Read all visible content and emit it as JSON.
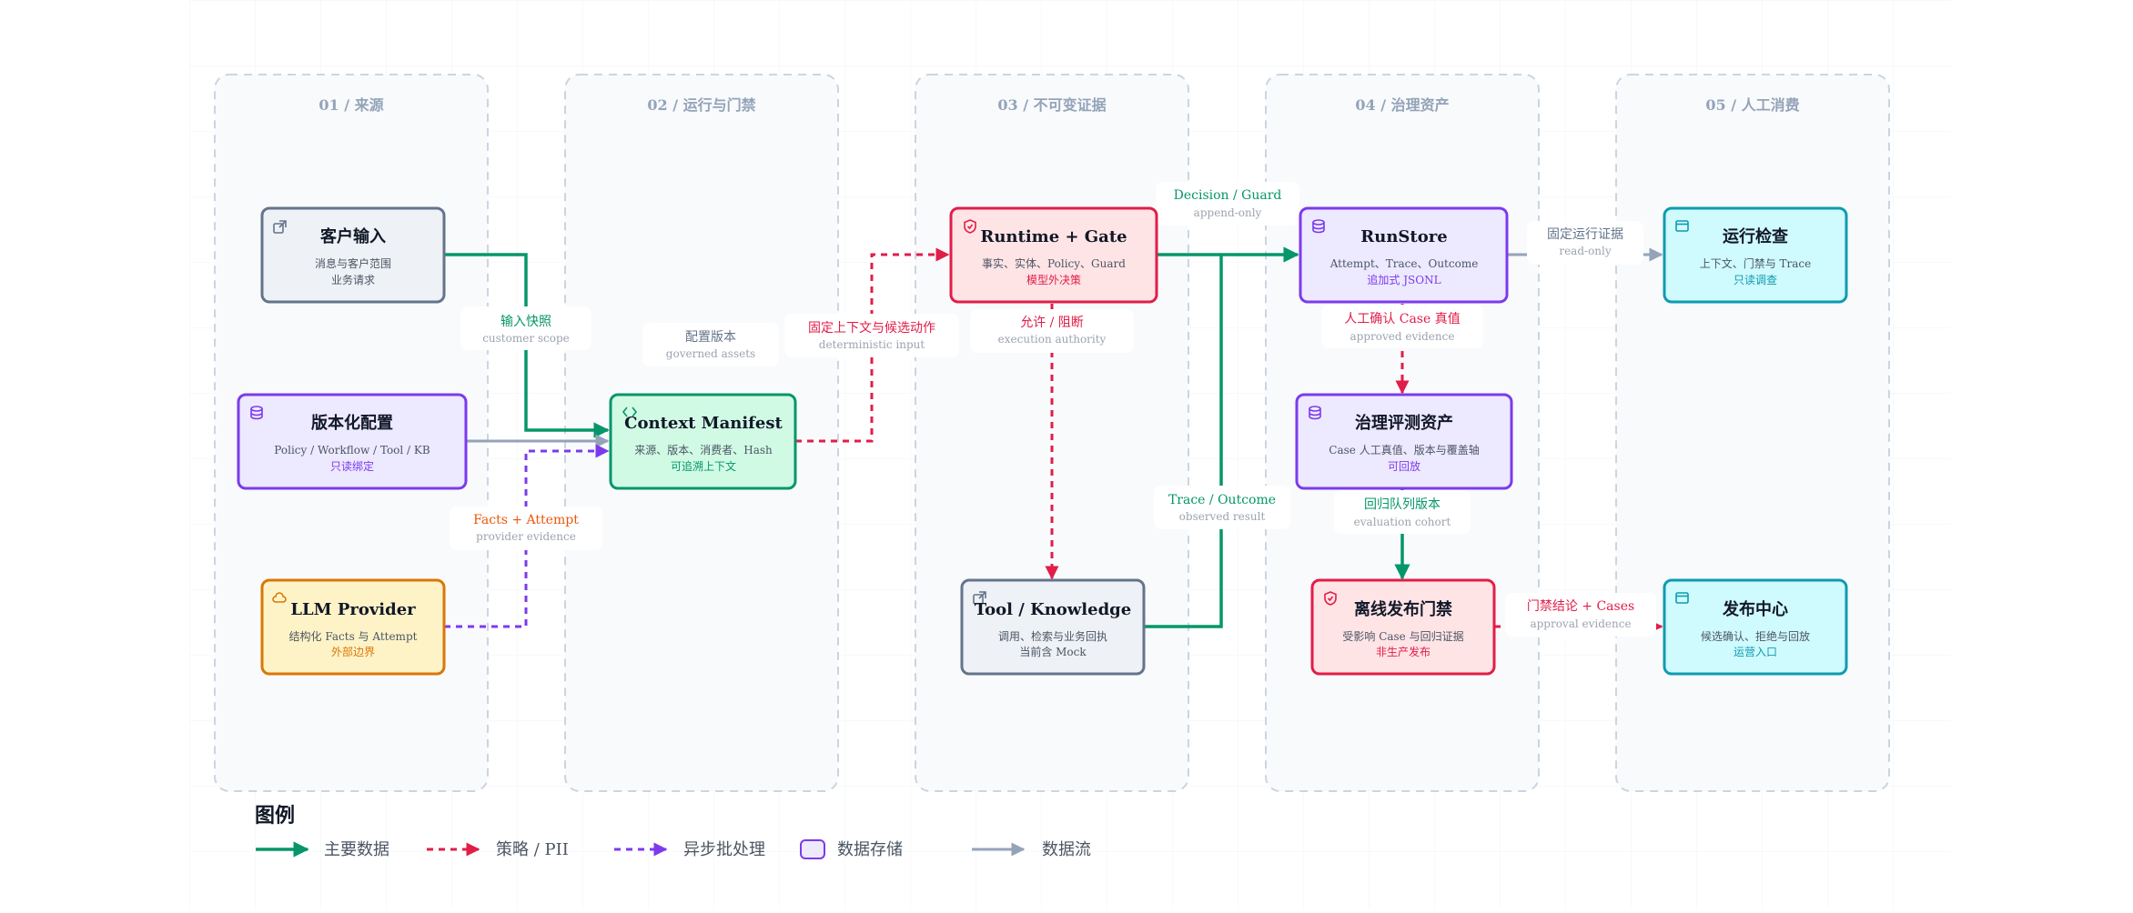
{
  "zones": [
    {
      "id": "z1",
      "title": "01 / 来源"
    },
    {
      "id": "z2",
      "title": "02 / 运行与门禁"
    },
    {
      "id": "z3",
      "title": "03 / 不可变证据"
    },
    {
      "id": "z4",
      "title": "04 / 治理资产"
    },
    {
      "id": "z5",
      "title": "05 / 人工消费"
    }
  ],
  "nodes": {
    "customer_input": {
      "title": "客户输入",
      "line1": "消息与客户范围",
      "line2": "业务请求",
      "icon": "external-link-icon"
    },
    "versioned_config": {
      "title": "版本化配置",
      "line1": "Policy / Workflow / Tool / KB",
      "line2": "只读绑定",
      "icon": "database-icon"
    },
    "llm_provider": {
      "title": "LLM Provider",
      "line1": "结构化 Facts 与 Attempt",
      "line2": "外部边界",
      "icon": "cloud-icon"
    },
    "context_manifest": {
      "title": "Context Manifest",
      "line1": "来源、版本、消费者、Hash",
      "line2": "可追溯上下文",
      "icon": "code-icon"
    },
    "runtime_gate": {
      "title": "Runtime + Gate",
      "line1": "事实、实体、Policy、Guard",
      "line2": "模型外决策",
      "icon": "shield-icon"
    },
    "tool_knowledge": {
      "title": "Tool / Knowledge",
      "line1": "调用、检索与业务回执",
      "line2": "当前含 Mock",
      "icon": "external-link-icon"
    },
    "runstore": {
      "title": "RunStore",
      "line1": "Attempt、Trace、Outcome",
      "line2": "追加式 JSONL",
      "icon": "database-icon"
    },
    "governance_assets": {
      "title": "治理评测资产",
      "line1": "Case 人工真值、版本与覆盖轴",
      "line2": "可回放",
      "icon": "database-icon"
    },
    "offline_gate": {
      "title": "离线发布门禁",
      "line1": "受影响 Case 与回归证据",
      "line2": "非生产发布",
      "icon": "shield-icon"
    },
    "run_inspection": {
      "title": "运行检查",
      "line1": "上下文、门禁与 Trace",
      "line2": "只读调查",
      "icon": "window-icon"
    },
    "release_center": {
      "title": "发布中心",
      "line1": "候选确认、拒绝与回放",
      "line2": "运营入口",
      "icon": "window-icon"
    }
  },
  "edge_labels": {
    "input_snapshot": {
      "main": "输入快照",
      "sub": "customer scope"
    },
    "config_version": {
      "main": "配置版本",
      "sub": "governed assets"
    },
    "facts_attempt": {
      "main": "Facts + Attempt",
      "sub": "provider evidence"
    },
    "fixed_context": {
      "main": "固定上下文与候选动作",
      "sub": "deterministic input"
    },
    "allow_block": {
      "main": "允许 / 阻断",
      "sub": "execution authority"
    },
    "decision_guard": {
      "main": "Decision / Guard",
      "sub": "append-only"
    },
    "trace_outcome": {
      "main": "Trace / Outcome",
      "sub": "observed result"
    },
    "fixed_run_evidence": {
      "main": "固定运行证据",
      "sub": "read-only"
    },
    "human_confirm": {
      "main": "人工确认 Case 真值",
      "sub": "approved evidence"
    },
    "regression_cohort": {
      "main": "回归队列版本",
      "sub": "evaluation cohort"
    },
    "gate_conclusion": {
      "main": "门禁结论 + Cases",
      "sub": "approval evidence"
    }
  },
  "legend": {
    "title": "图例",
    "items": [
      {
        "label": "主要数据",
        "kind": "main"
      },
      {
        "label": "策略 / PII",
        "kind": "policy"
      },
      {
        "label": "异步批处理",
        "kind": "async"
      },
      {
        "label": "数据存储",
        "kind": "store"
      },
      {
        "label": "数据流",
        "kind": "flow"
      }
    ]
  },
  "colors": {
    "green": "#059669",
    "red": "#e11d48",
    "purple": "#7c3aed",
    "orange": "#d97706",
    "cyan": "#0e9bb0",
    "slate": "#64748b",
    "gray_flow": "#94a3b8"
  }
}
